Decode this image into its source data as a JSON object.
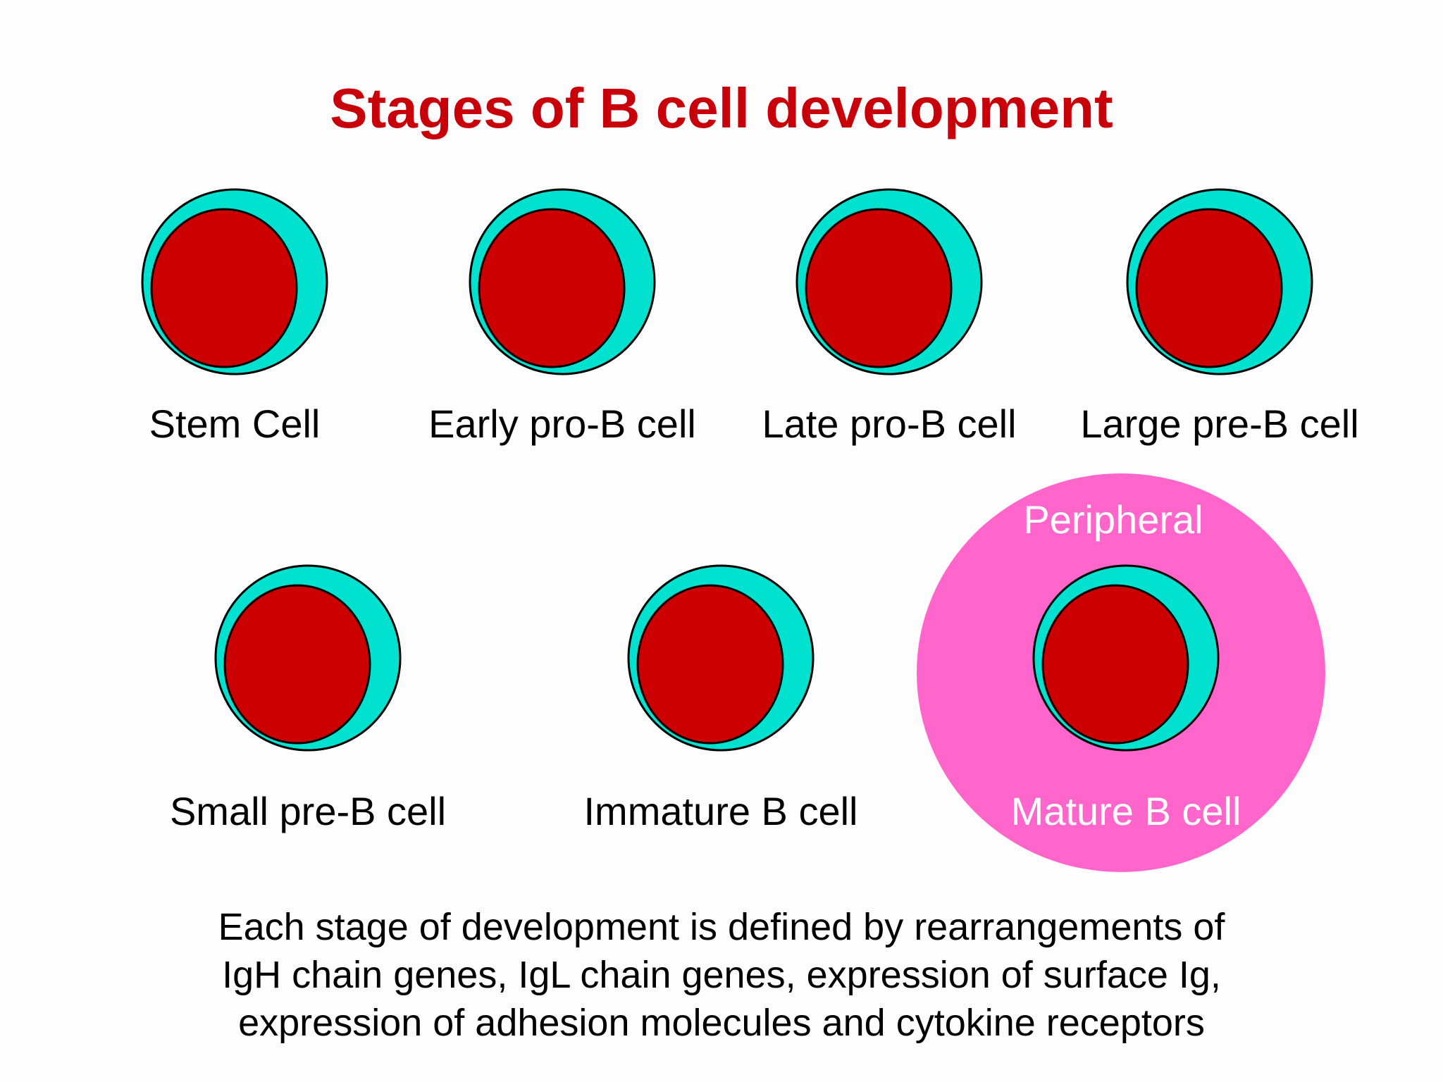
{
  "title": "Stages of B cell development",
  "colors": {
    "title": "#c8000a",
    "cytoplasm": "#00e1cf",
    "nucleus": "#cc0000",
    "outline": "#000000",
    "peripheral_region": "#ff66cc",
    "peripheral_text": "#ffffff",
    "label_text": "#000000"
  },
  "cells": [
    {
      "label": "Stem Cell"
    },
    {
      "label": "Early pro-B cell"
    },
    {
      "label": "Late pro-B cell"
    },
    {
      "label": "Large pre-B cell"
    },
    {
      "label": "Small pre-B cell"
    },
    {
      "label": "Immature B cell"
    },
    {
      "label": "Mature B cell"
    }
  ],
  "peripheral_label": "Peripheral",
  "caption_lines": [
    "Each stage of development is defined by rearrangements of",
    "IgH chain genes, IgL chain genes, expression of surface Ig,",
    "expression of adhesion molecules and cytokine receptors"
  ]
}
